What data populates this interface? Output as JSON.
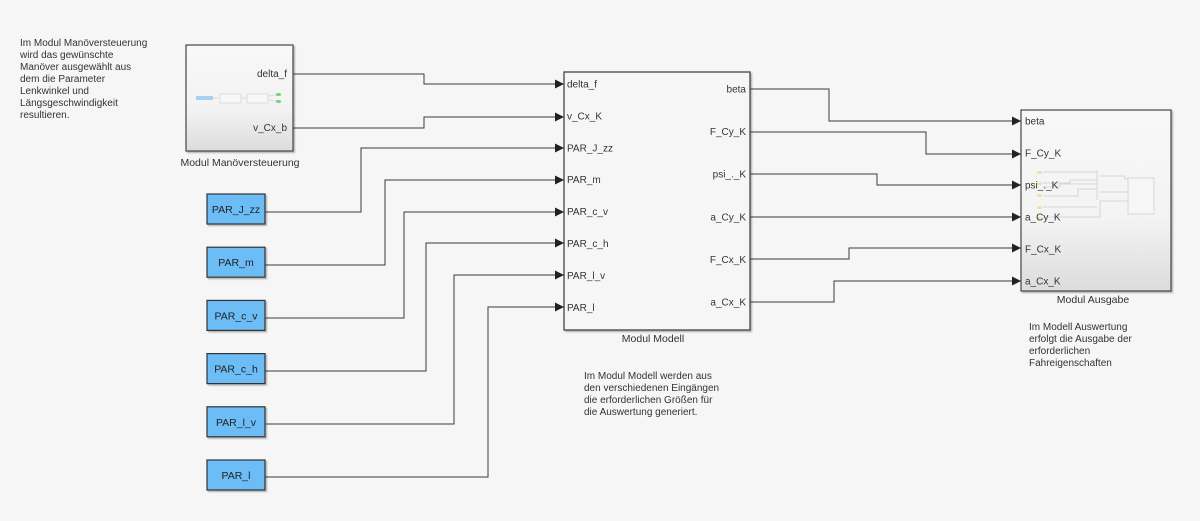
{
  "annotations": {
    "manoever": "Im Modul Manöversteuerung\nwird das gewünschte\nManöver ausgewählt aus\ndem die Parameter\nLenkwinkel und\nLängsgeschwindigkeit\nresultieren.",
    "modell": "Im Modul Modell werden aus\nden verschiedenen Eingängen\ndie erforderlichen Größen für\ndie Auswertung generiert.",
    "ausgabe": "Im Modell Auswertung\nerfolgt die Ausgabe der\nerforderlichen\nFahreigenschaften"
  },
  "blocks": {
    "manoever": {
      "label": "Modul Manöversteuerung",
      "outputs": [
        "delta_f",
        "v_Cx_b"
      ]
    },
    "modell": {
      "label": "Modul Modell",
      "inputs": [
        "delta_f",
        "v_Cx_K",
        "PAR_J_zz",
        "PAR_m",
        "PAR_c_v",
        "PAR_c_h",
        "PAR_l_v",
        "PAR_l"
      ],
      "outputs": [
        "beta",
        "F_Cy_K",
        "psi_._K",
        "a_Cy_K",
        "F_Cx_K",
        "a_Cx_K"
      ]
    },
    "ausgabe": {
      "label": "Modul Ausgabe",
      "inputs": [
        "beta",
        "F_Cy_K",
        "psi_._K",
        "a_Cy_K",
        "F_Cx_K",
        "a_Cx_K"
      ]
    },
    "constants": [
      "PAR_J_zz",
      "PAR_m",
      "PAR_c_v",
      "PAR_c_h",
      "PAR_l_v",
      "PAR_l"
    ]
  },
  "colors": {
    "constant_fill": "#6cbcf5",
    "background": "#f6f6f6",
    "wire": "#3a3a3a"
  }
}
